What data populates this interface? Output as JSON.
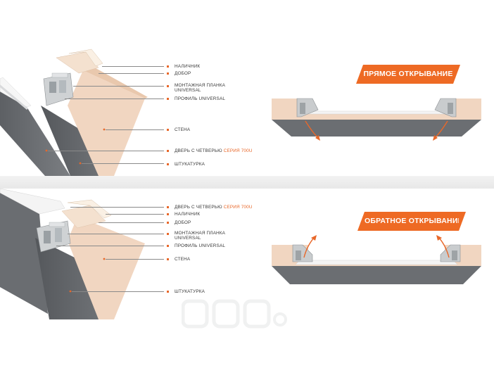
{
  "top_panel": {
    "title": "ПРЯМОЕ ОТКРЫВАНИЕ",
    "labels": [
      {
        "text": "НАЛИЧНИК"
      },
      {
        "text": "ДОБОР"
      },
      {
        "text": "МОНТАЖНАЯ ПЛАНКА",
        "line2": "UNIVERSAL"
      },
      {
        "text": "ПРОФИЛЬ UNIVERSAL"
      },
      {
        "text": "СТЕНА"
      },
      {
        "text": "ДВЕРЬ С ЧЕТВЕРЬЮ",
        "accent": "СЕРИЯ 700U"
      },
      {
        "text": "ШТУКАТУРКА"
      }
    ]
  },
  "bottom_panel": {
    "title": "ОБРАТНОЕ ОТКРЫВАНИЕ",
    "labels": [
      {
        "text": "ДВЕРЬ С ЧЕТВЕРЬЮ",
        "accent": "СЕРИЯ 700U"
      },
      {
        "text": "НАЛИЧНИК"
      },
      {
        "text": "ДОБОР"
      },
      {
        "text": "МОНТАЖНАЯ ПЛАНКА",
        "line2": "UNIVERSAL"
      },
      {
        "text": "ПРОФИЛЬ UNIVERSAL"
      },
      {
        "text": "СТЕНА"
      },
      {
        "text": "ШТУКАТУРКА"
      }
    ]
  },
  "colors": {
    "accent": "#ee6a24",
    "wall": "#f3dcc9",
    "plaster": "#6e7074",
    "profile": "#cfd2d4"
  }
}
